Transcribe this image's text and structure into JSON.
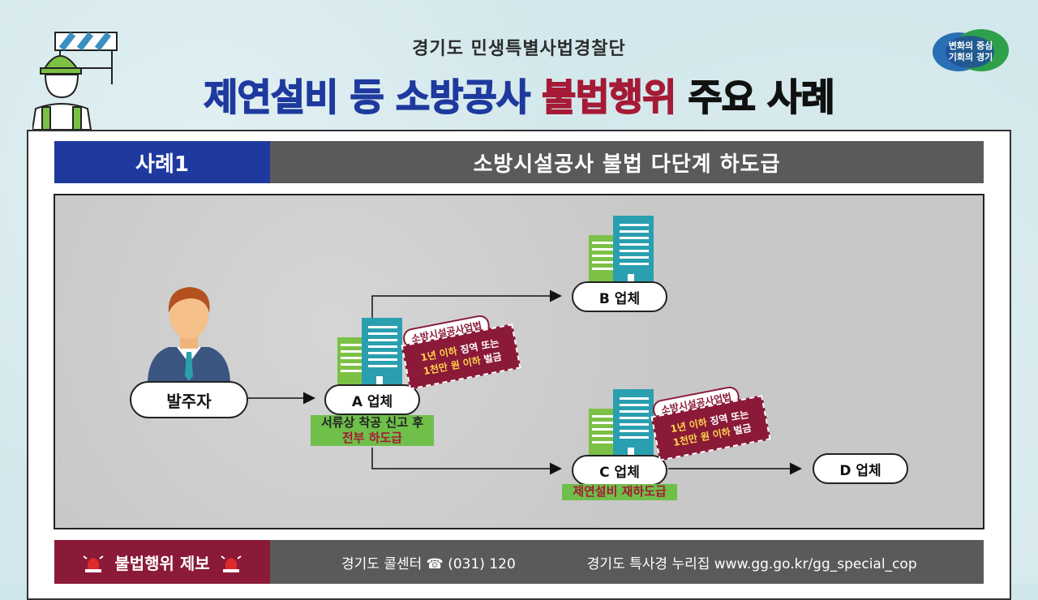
{
  "header": {
    "subtitle": "경기도 민생특별사법경찰단",
    "title_part1": "제연설비 등 소방공사",
    "title_part2": "불법행위",
    "title_part3": "주요 사례"
  },
  "badge": {
    "line1": "변화의 중심",
    "line2": "기회의 경기"
  },
  "case": {
    "tag": "사례1",
    "title": "소방시설공사 불법 다단계 하도급"
  },
  "nodes": {
    "client": "발주자",
    "a": "A 업체",
    "b": "B 업체",
    "c": "C 업체",
    "d": "D 업체"
  },
  "labels": {
    "a_line1": "서류상 착공 신고 후",
    "a_line2": "전부 하도급",
    "c_line1": "제연설비 재하도급"
  },
  "stamps": [
    {
      "head": "소방시설공사업법",
      "line1a": "1년 이하",
      "line1b": "징역 또는",
      "line2a": "1천만 원 이하",
      "line2b": "벌금"
    },
    {
      "head": "소방시설공사업법",
      "line1a": "1년 이하",
      "line1b": "징역 또는",
      "line2a": "1천만 원 이하",
      "line2b": "벌금"
    }
  ],
  "footer": {
    "report_label": "불법행위 제보",
    "call_center": "경기도 콜센터 ☎ (031) 120",
    "website": "경기도 특사경 누리집 www.gg.go.kr/gg_special_cop"
  },
  "colors": {
    "blue": "#1e3a9e",
    "wine": "#8a1a38",
    "green": "#6fbf4a",
    "gray": "#5a5a5a"
  }
}
